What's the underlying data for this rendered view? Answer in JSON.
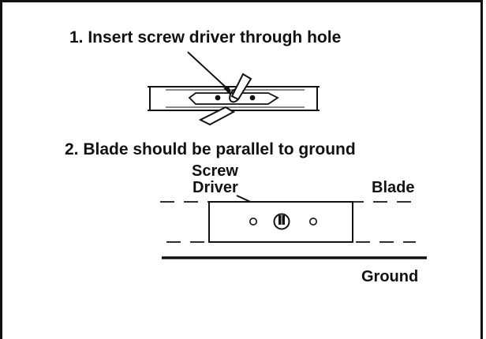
{
  "steps": [
    {
      "text": "1. Insert screw driver through hole"
    },
    {
      "text": "2. Blade should be parallel to ground"
    }
  ],
  "labels": {
    "screw_line1": "Screw",
    "screw_line2": "Driver",
    "blade": "Blade",
    "ground": "Ground"
  }
}
